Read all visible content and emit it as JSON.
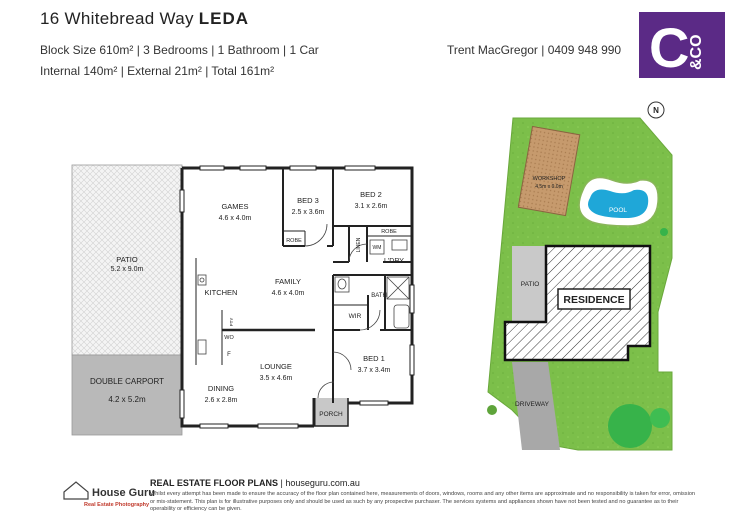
{
  "header": {
    "address": "16 Whitebread Way",
    "suburb": "LEDA",
    "specs_line": "Block Size 610m² | 3 Bedrooms | 1 Bathroom | 1 Car",
    "area_line": "Internal 140m² | External 21m² | Total 161m²",
    "agent": "Trent MacGregor | 0409 948 990"
  },
  "brand": {
    "logo_text": "C",
    "logo_sub": "&CO",
    "color": "#5b2a86"
  },
  "floor_plan": {
    "patio": {
      "name": "PATIO",
      "size": "5.2 x 9.0m"
    },
    "carport": {
      "name": "DOUBLE CARPORT",
      "size": "4.2 x 5.2m"
    },
    "games": {
      "name": "GAMES",
      "size": "4.6 x 4.0m"
    },
    "bed3": {
      "name": "BED 3",
      "size": "2.5 x 3.6m"
    },
    "bed2": {
      "name": "BED 2",
      "size": "3.1 x 2.6m"
    },
    "robe3": "ROBE",
    "robe2": "ROBE",
    "linen": "LINEN",
    "wm": "WM",
    "laundry": "L'DRY",
    "kitchen": "KITCHEN",
    "family": {
      "name": "FAMILY",
      "size": "4.6 x 4.0m"
    },
    "bath": "BATH",
    "wir": "WIR",
    "pty": "PTY",
    "wo": "WO",
    "fridge": "F",
    "lounge": {
      "name": "LOUNGE",
      "size": "3.5 x 4.6m"
    },
    "dining": {
      "name": "DINING",
      "size": "2.6 x 2.8m"
    },
    "bed1": {
      "name": "BED 1",
      "size": "3.7 x 3.4m"
    },
    "porch": "PORCH"
  },
  "site_plan": {
    "north": "N",
    "workshop": {
      "name": "WORKSHOP",
      "size": "4.5m x 9.0m"
    },
    "pool": "POOL",
    "patio": "PATIO",
    "residence": "RESIDENCE",
    "driveway": "DRIVEWAY"
  },
  "footer": {
    "title": "REAL ESTATE FLOOR PLANS",
    "url": " | houseguru.com.au",
    "disclaimer": "Whilst every attempt has been made to ensure the accuracy of the floor plan contained here, measurements of doors, windows, rooms and any other items are approximate and no responsibility is taken for error, omission or mis-statement. This plan is for illustrative purposes only and should be used as such by any prospective purchaser. The services systems and appliances shown have not been tested and no guarantee as to their operability or efficiency can be given.",
    "brand": "House Guru",
    "brand_sub": "Real Estate Photography"
  }
}
